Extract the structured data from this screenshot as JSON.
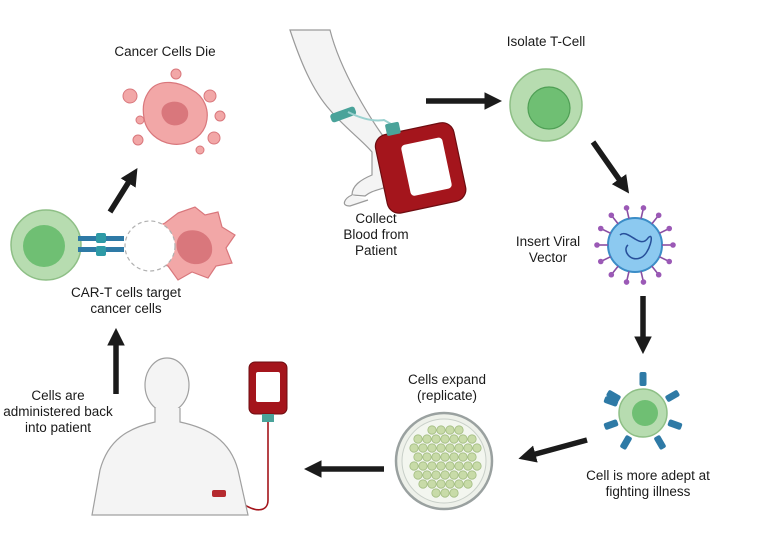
{
  "steps": {
    "collect": [
      "Collect",
      "Blood from",
      "Patient"
    ],
    "isolate": [
      "Isolate T-Cell"
    ],
    "insert": [
      "Insert Viral",
      "Vector"
    ],
    "adept": [
      "Cell is more adept at",
      "fighting illness"
    ],
    "expand": [
      "Cells expand",
      "(replicate)"
    ],
    "administer": [
      "Cells are",
      "administered back",
      "into patient"
    ],
    "target": [
      "CAR-T cells target",
      "cancer cells"
    ],
    "die": [
      "Cancer Cells Die"
    ]
  },
  "colors": {
    "tcell_outer": "#b7dcb0",
    "tcell_inner": "#6fbf73",
    "cancer": "#f2a7a7",
    "cancer_dark": "#d9777c",
    "blood": "#a4151c",
    "arrow": "#1b1b1b",
    "virus": "#8cc9f0",
    "receptor": "#2e7aa6",
    "skin": "#f2f2f2"
  }
}
